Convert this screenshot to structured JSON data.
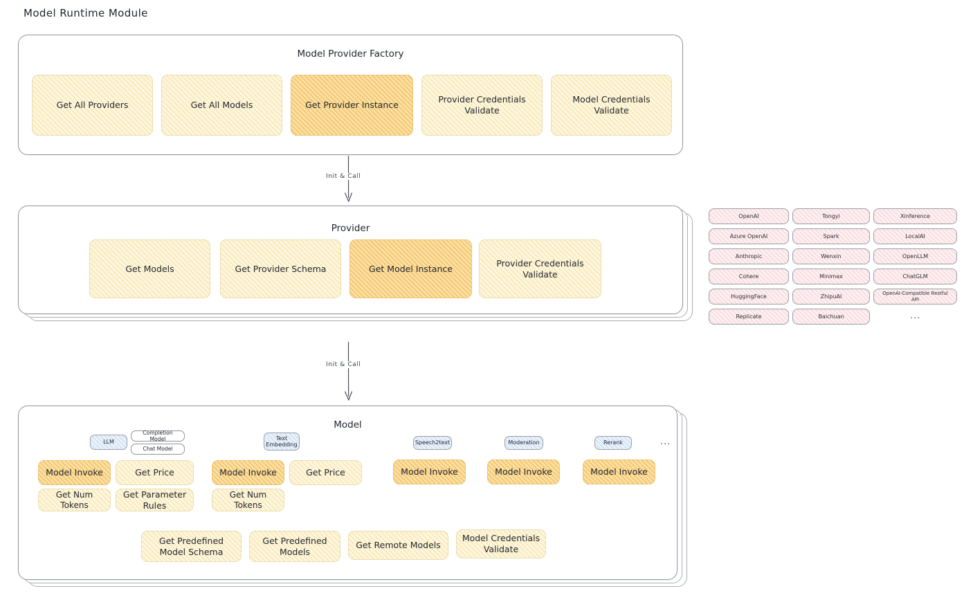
{
  "page": {
    "title": "Model Runtime Module"
  },
  "factory": {
    "title": "Model Provider Factory",
    "nodes": [
      {
        "label": "Get All Providers",
        "style": "cream"
      },
      {
        "label": "Get All Models",
        "style": "cream"
      },
      {
        "label": "Get Provider Instance",
        "style": "amber"
      },
      {
        "label": "Provider Credentials Validate",
        "style": "cream"
      },
      {
        "label": "Model Credentials Validate",
        "style": "cream"
      }
    ]
  },
  "arrow1": {
    "label": "Init & Call"
  },
  "provider": {
    "title": "Provider",
    "nodes": [
      {
        "label": "Get Models",
        "style": "cream"
      },
      {
        "label": "Get Provider Schema",
        "style": "cream"
      },
      {
        "label": "Get Model Instance",
        "style": "amber"
      },
      {
        "label": "Provider Credentials Validate",
        "style": "cream"
      }
    ]
  },
  "provider_list": {
    "columns": [
      [
        "OpenAI",
        "Azure OpenAI",
        "Anthropic",
        "Cohere",
        "HuggingFace",
        "Replicate"
      ],
      [
        "Tongyi",
        "Spark",
        "Wenxin",
        "Minimax",
        "ZhipuAI",
        "Baichuan"
      ],
      [
        "Xinference",
        "LocalAI",
        "OpenLLM",
        "ChatGLM",
        "OpenAI-Compatible Restful API"
      ]
    ],
    "more": "..."
  },
  "arrow2": {
    "label": "Init & Call"
  },
  "model": {
    "title": "Model",
    "more": "...",
    "types": [
      {
        "badge": "LLM",
        "sub": [
          "Completion Model",
          "Chat Model"
        ],
        "ops": [
          {
            "label": "Model Invoke",
            "style": "amber"
          },
          {
            "label": "Get Price",
            "style": "cream"
          },
          {
            "label": "Get Num Tokens",
            "style": "cream"
          },
          {
            "label": "Get Parameter Rules",
            "style": "cream"
          }
        ]
      },
      {
        "badge": "Text Embedding",
        "sub": [],
        "ops": [
          {
            "label": "Model Invoke",
            "style": "amber"
          },
          {
            "label": "Get Price",
            "style": "cream"
          },
          {
            "label": "Get Num Tokens",
            "style": "cream"
          }
        ]
      },
      {
        "badge": "Speech2text",
        "sub": [],
        "ops": [
          {
            "label": "Model Invoke",
            "style": "amber"
          }
        ]
      },
      {
        "badge": "Moderation",
        "sub": [],
        "ops": [
          {
            "label": "Model Invoke",
            "style": "amber"
          }
        ]
      },
      {
        "badge": "Rerank",
        "sub": [],
        "ops": [
          {
            "label": "Model Invoke",
            "style": "amber"
          }
        ]
      }
    ],
    "common_ops": [
      {
        "label": "Get Predefined Model Schema",
        "style": "cream"
      },
      {
        "label": "Get Predefined Models",
        "style": "cream"
      },
      {
        "label": "Get Remote Models",
        "style": "cream"
      },
      {
        "label": "Model Credentials Validate",
        "style": "cream"
      }
    ]
  }
}
